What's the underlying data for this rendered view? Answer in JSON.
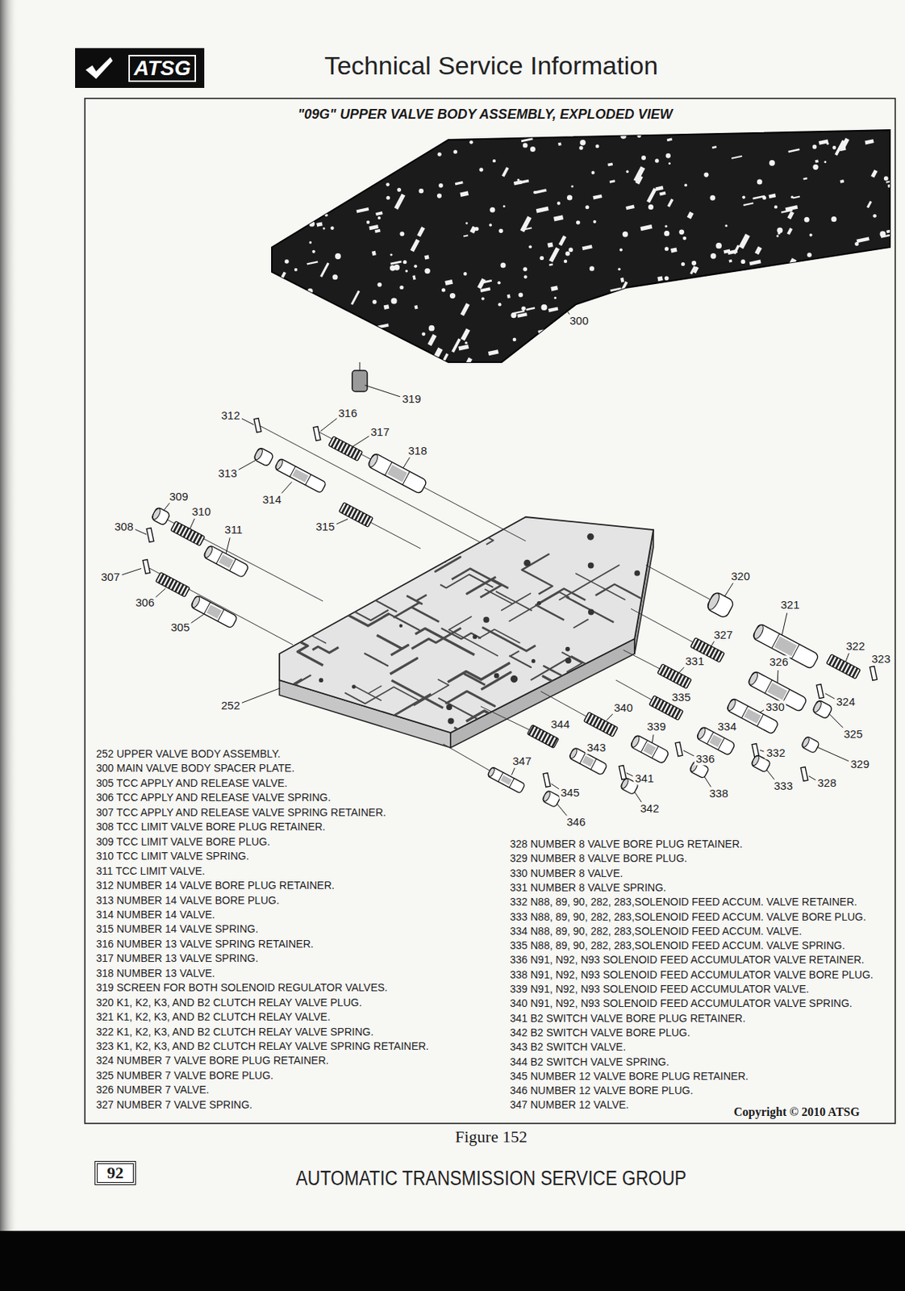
{
  "diagram": {
    "title": "Technical Service Information",
    "caption": "Figure 152",
    "nodes": [
      {
        "text": [
          "ATSG"
        ]
      },
      {
        "text": [
          "92"
        ]
      }
    ],
    "labels": [
      "\"09G\" UPPER VALVE BODY ASSEMBLY, EXPLODED VIEW",
      "300",
      "319",
      "312",
      "316",
      "317",
      "318",
      "313",
      "314",
      "309",
      "310",
      "315",
      "308",
      "311",
      "307",
      "306",
      "305",
      "320",
      "321",
      "327",
      "322",
      "323",
      "331",
      "326",
      "324",
      "335",
      "330",
      "340",
      "252",
      "339",
      "334",
      "325",
      "344",
      "343",
      "336",
      "332",
      "329",
      "347",
      "341",
      "338",
      "333",
      "328",
      "345",
      "342",
      "346",
      "252 UPPER VALVE BODY ASSEMBLY.",
      "300 MAIN VALVE BODY SPACER PLATE.",
      "305 TCC APPLY AND RELEASE VALVE.",
      "306 TCC APPLY AND RELEASE VALVE SPRING.",
      "307 TCC APPLY AND RELEASE VALVE SPRING RETAINER.",
      "308 TCC LIMIT VALVE BORE PLUG RETAINER.",
      "309 TCC LIMIT VALVE BORE PLUG.",
      "310 TCC LIMIT VALVE SPRING.",
      "311 TCC LIMIT VALVE.",
      "312 NUMBER 14 VALVE BORE PLUG RETAINER.",
      "313 NUMBER 14 VALVE BORE PLUG.",
      "314 NUMBER 14 VALVE.",
      "315 NUMBER 14 VALVE SPRING.",
      "316 NUMBER 13 VALVE SPRING RETAINER.",
      "317 NUMBER 13 VALVE SPRING.",
      "318 NUMBER 13 VALVE.",
      "319 SCREEN FOR BOTH SOLENOID REGULATOR VALVES.",
      "320 K1, K2, K3, AND B2 CLUTCH RELAY VALVE PLUG.",
      "321 K1, K2, K3, AND B2 CLUTCH RELAY VALVE.",
      "322 K1, K2, K3, AND B2 CLUTCH RELAY VALVE SPRING.",
      "323 K1, K2, K3, AND B2 CLUTCH RELAY VALVE SPRING RETAINER.",
      "324 NUMBER 7 VALVE BORE PLUG RETAINER.",
      "325 NUMBER 7 VALVE BORE PLUG.",
      "326 NUMBER 7 VALVE.",
      "327 NUMBER 7 VALVE SPRING.",
      "328 NUMBER 8 VALVE BORE PLUG RETAINER.",
      "329 NUMBER 8 VALVE BORE PLUG.",
      "330 NUMBER 8 VALVE.",
      "331 NUMBER 8 VALVE SPRING.",
      "332 N88, 89, 90, 282, 283,SOLENOID FEED ACCUM. VALVE RETAINER.",
      "333 N88, 89, 90, 282, 283,SOLENOID FEED ACCUM. VALVE BORE PLUG.",
      "334 N88, 89, 90, 282, 283,SOLENOID FEED ACCUM. VALVE.",
      "335 N88, 89, 90, 282, 283,SOLENOID FEED ACCUM. VALVE SPRING.",
      "336 N91, N92, N93 SOLENOID FEED ACCUMULATOR VALVE RETAINER.",
      "338 N91, N92, N93 SOLENOID FEED ACCUMULATOR VALVE BORE PLUG.",
      "339 N91, N92, N93 SOLENOID FEED ACCUMULATOR VALVE.",
      "340 N91, N92, N93 SOLENOID FEED ACCUMULATOR VALVE SPRING.",
      "341 B2 SWITCH VALVE BORE PLUG RETAINER.",
      "342 B2 SWITCH VALVE BORE PLUG.",
      "343 B2 SWITCH VALVE.",
      "344 B2 SWITCH VALVE SPRING.",
      "345 NUMBER 12 VALVE BORE PLUG RETAINER.",
      "346 NUMBER 12 VALVE BORE PLUG.",
      "347 NUMBER 12 VALVE.",
      "Copyright © 2010 ATSG",
      "AUTOMATIC TRANSMISSION SERVICE GROUP"
    ]
  }
}
